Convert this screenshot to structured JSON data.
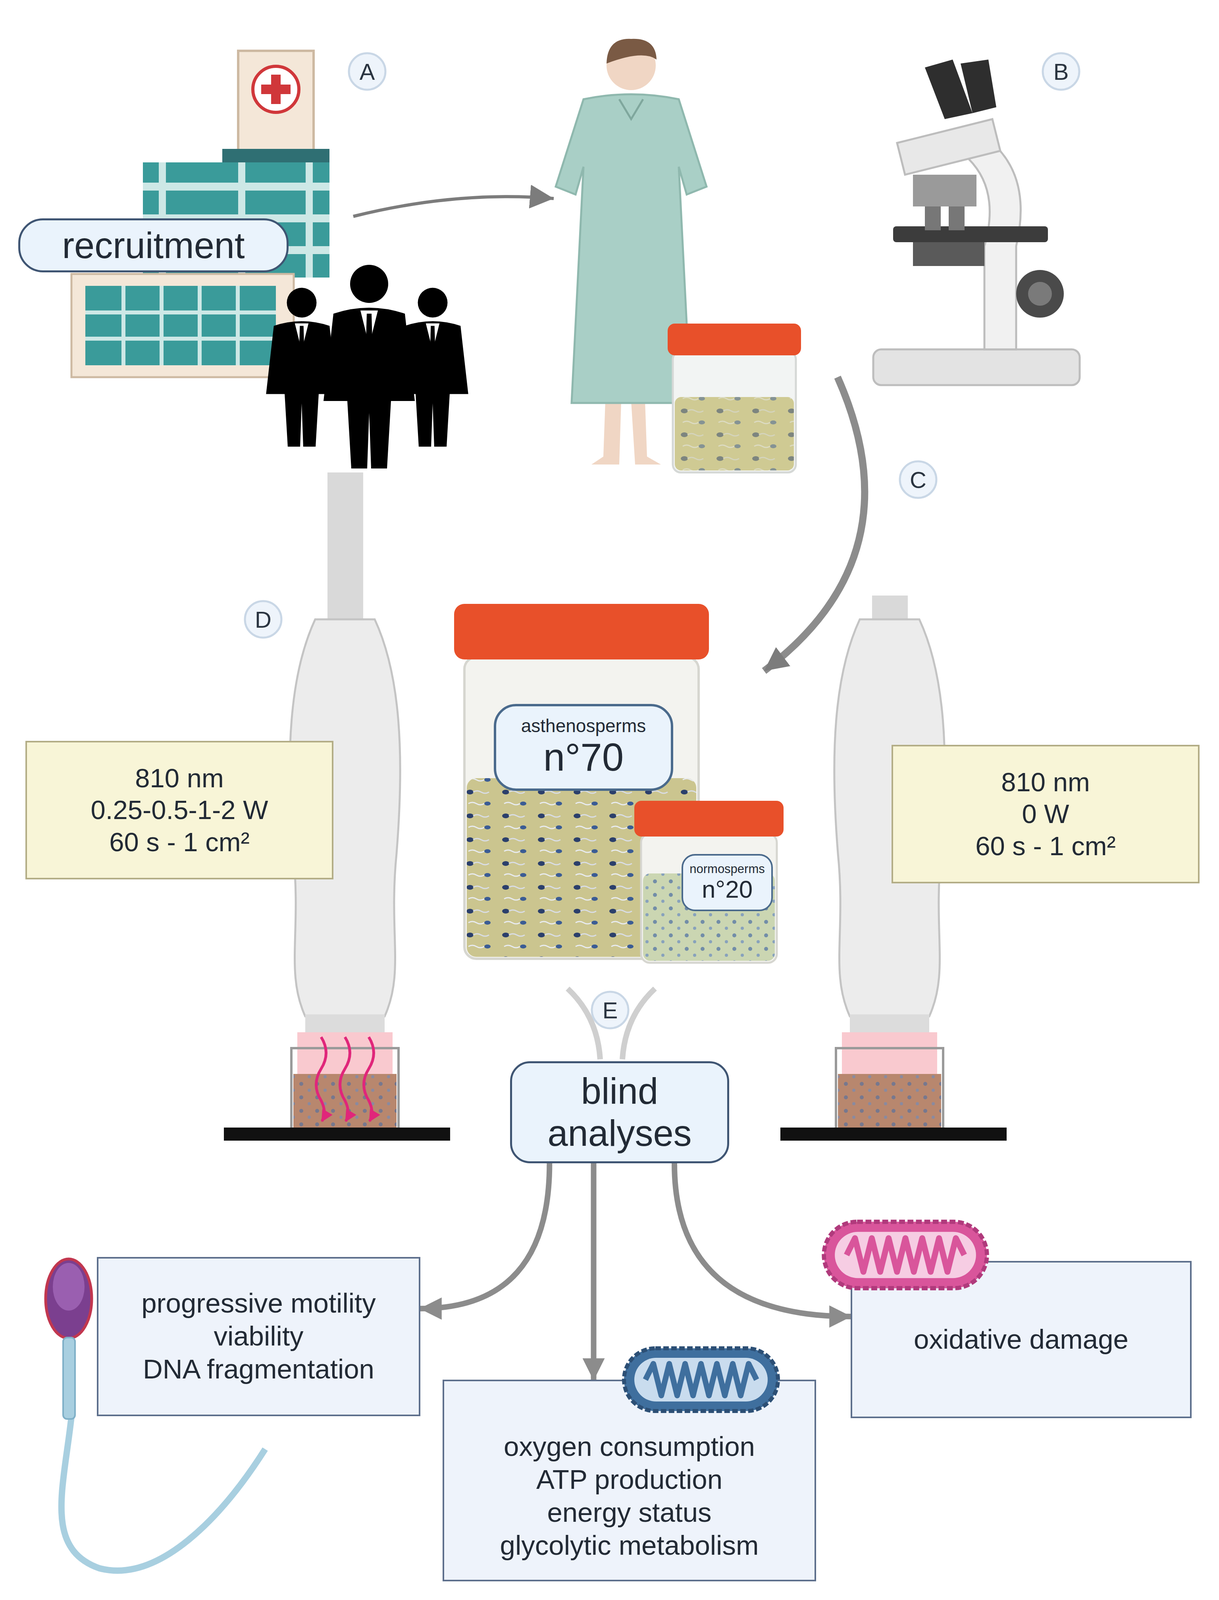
{
  "diagram": {
    "nodes": [
      {
        "text": [
          "recruitment"
        ]
      },
      {
        "text": [
          "810 nm",
          "0.25-0.5-1-2 W",
          "60 s - 1 cm²"
        ]
      },
      {
        "text": [
          "asthenosperms",
          "n°70"
        ]
      },
      {
        "text": [
          "810 nm",
          "0 W",
          "60 s - 1 cm²"
        ]
      },
      {
        "text": [
          "normosperms",
          "n°20"
        ]
      },
      {
        "text": [
          "blind analyses"
        ]
      },
      {
        "text": [
          "progressive motility",
          "viability",
          "DNA fragmentation"
        ]
      },
      {
        "text": [
          "oxygen consumption",
          "ATP production",
          "energy status",
          "glycolytic metabolism"
        ]
      },
      {
        "text": [
          "oxidative damage"
        ]
      }
    ],
    "edges": [
      {
        "from": 5,
        "to": 6,
        "arrow": "to"
      },
      {
        "from": 5,
        "to": 7,
        "arrow": "to"
      },
      {
        "from": 5,
        "to": 8,
        "arrow": "to"
      }
    ],
    "labels": [
      "A",
      "B",
      "C",
      "D",
      "E"
    ]
  }
}
